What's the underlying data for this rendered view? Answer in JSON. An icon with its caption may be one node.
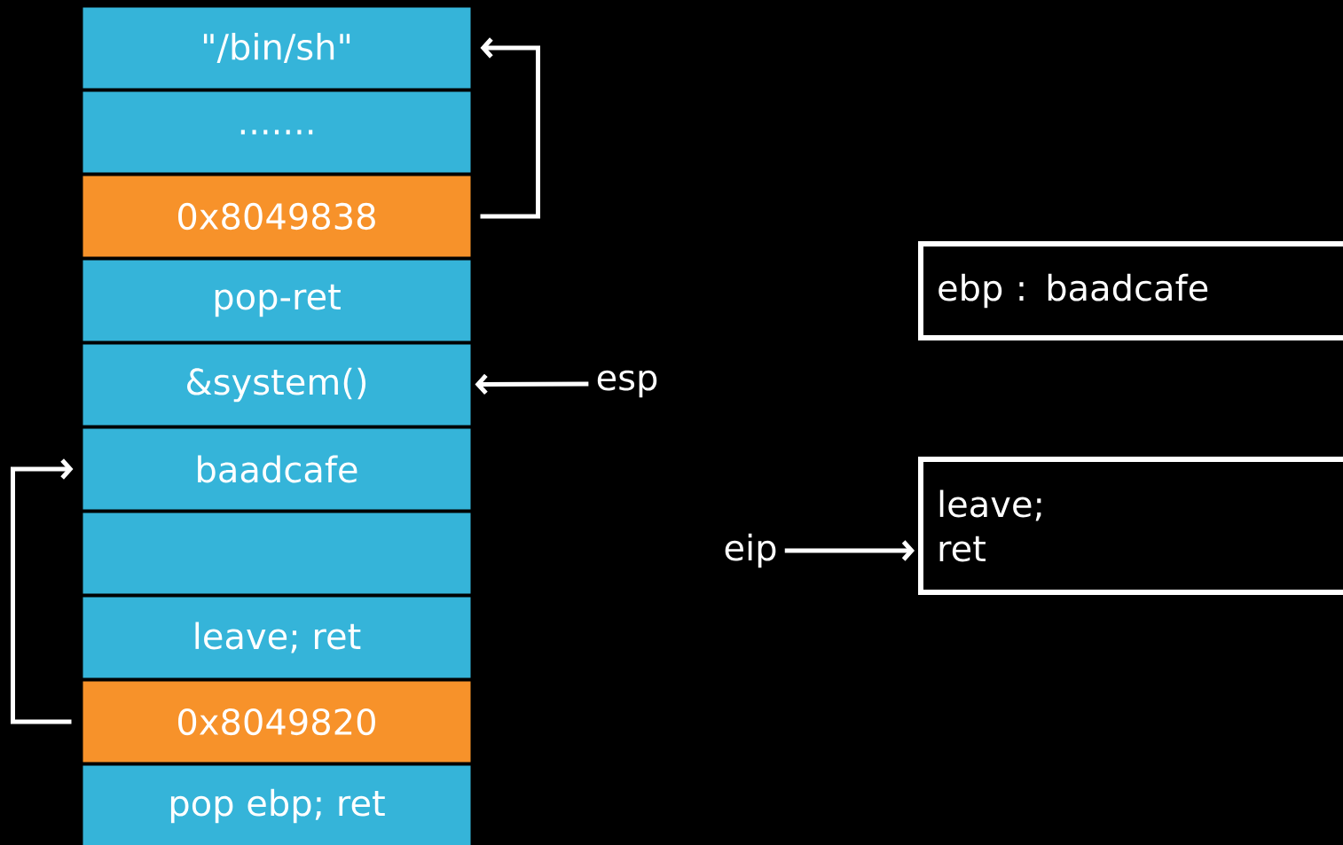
{
  "diagram": {
    "nodes": [
      {
        "text": [
          "\"/bin/sh\""
        ]
      },
      {
        "text": [
          "......."
        ]
      },
      {
        "text": [
          "0x8049838"
        ]
      },
      {
        "text": [
          "pop-ret"
        ]
      },
      {
        "text": [
          "&system()"
        ]
      },
      {
        "text": [
          "baadcafe"
        ]
      },
      {
        "text": [],
        "shape": "box"
      },
      {
        "text": [
          "leave; ret"
        ]
      },
      {
        "text": [
          "0x8049820"
        ]
      },
      {
        "text": [
          "pop ebp; ret"
        ]
      },
      {
        "text": [
          "esp"
        ]
      },
      {
        "text": [
          "ebp : baadcafe"
        ]
      },
      {
        "text": [
          "leave; ret"
        ]
      },
      {
        "text": [
          "eip"
        ]
      }
    ],
    "edges": [
      {
        "from": 2,
        "to": 0,
        "arrow": "to"
      },
      {
        "from": 10,
        "to": 4,
        "arrow": "to"
      },
      {
        "from": 8,
        "to": 5,
        "arrow": "to"
      },
      {
        "from": 13,
        "to": 12,
        "arrow": "to"
      }
    ]
  }
}
